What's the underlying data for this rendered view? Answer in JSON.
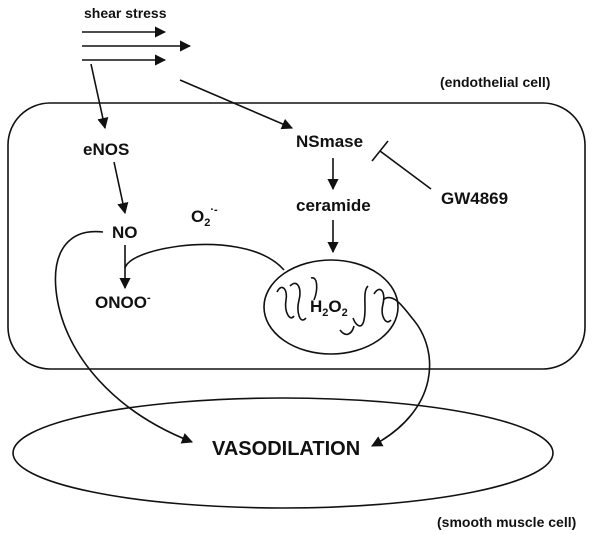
{
  "labels": {
    "shear_stress": "shear stress",
    "endothelial_cell": "(endothelial cell)",
    "enos": "eNOS",
    "nsmase": "NSmase",
    "gw4869": "GW4869",
    "ceramide": "ceramide",
    "no": "NO",
    "o2_base": "O",
    "o2_sub": "2",
    "o2_sup": "·-",
    "onoo_base": "ONOO",
    "onoo_sup": "-",
    "h_base": "H",
    "h_sub": "2",
    "o_base": "O",
    "o_sub": "2",
    "vasodilation": "VASODILATION",
    "smooth_muscle_cell": "(smooth muscle cell)"
  }
}
